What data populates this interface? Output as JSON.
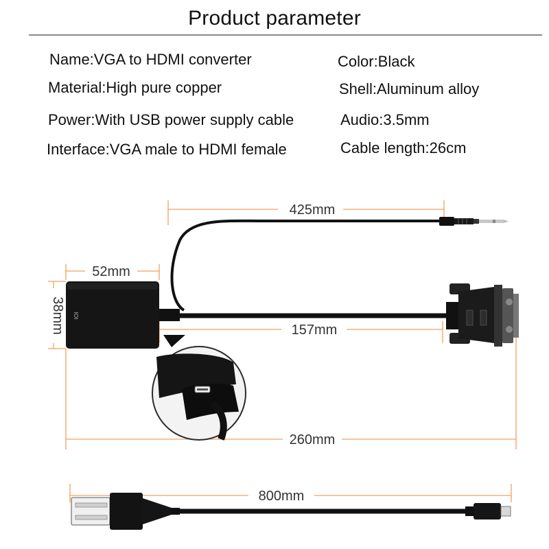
{
  "header": {
    "title": "Product parameter"
  },
  "params": {
    "name": "Name:VGA to HDMI converter",
    "color": "Color:Black",
    "material": "Material:High pure copper",
    "shell": "Shell:Aluminum alloy",
    "power": "Power:With USB power supply cable",
    "audio": "Audio:3.5mm",
    "interface": "Interface:VGA male to HDMI female",
    "cable_length": "Cable length:26cm"
  },
  "dimensions": {
    "audio_cable": "425mm",
    "box_width": "52mm",
    "box_height": "38mm",
    "vga_cable": "157mm",
    "total_length": "260mm",
    "usb_cable": "800mm"
  },
  "labels": {
    "hdmi_port_mark": "IOI"
  },
  "colors": {
    "dim_line": "#f0a060",
    "cable": "#111111",
    "rule": "#8a8a8a"
  }
}
